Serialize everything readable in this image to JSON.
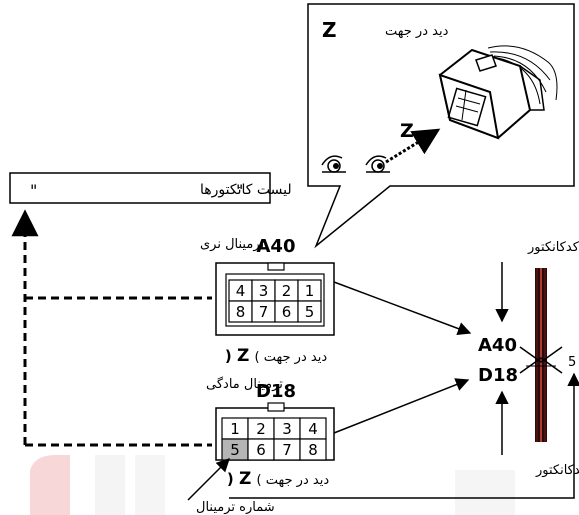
{
  "callout": {
    "view_title": "دید در جهت",
    "view_letter": "Z",
    "arrow_letter": "Z"
  },
  "connector_list_box": {
    "quote_left": "\"",
    "quote_right": "\"",
    "label": "لیست کانکتورها"
  },
  "male_connector": {
    "section_label": "ترمینال نری",
    "code": "A40",
    "pins_top": [
      "4",
      "3",
      "2",
      "1"
    ],
    "pins_bottom": [
      "8",
      "7",
      "6",
      "5"
    ],
    "view_caption_text": "( دید در جهت",
    "view_caption_letter": "Z",
    "view_caption_close": ")"
  },
  "female_connector": {
    "section_label": "ترمینال مادگی",
    "code": "D18",
    "pins_top": [
      "1",
      "2",
      "3",
      "4"
    ],
    "pins_bottom": [
      "5",
      "6",
      "7",
      "8"
    ],
    "view_caption_text": "( دید در جهت",
    "view_caption_letter": "Z",
    "view_caption_close": ")"
  },
  "wire_side": {
    "code_label_top": "کدکانکتور",
    "code_label_bottom": "کدکانکتور",
    "code_a": "A40",
    "code_d": "D18",
    "pin_number": "5"
  },
  "terminal_number_label": "شماره ترمینال",
  "colors": {
    "line": "#000000",
    "wire_dark": "#3a0b0b",
    "wire_red": "#c0392b",
    "shaded_pin": "#b5b5b5",
    "watermark": "#f3c7c7"
  }
}
